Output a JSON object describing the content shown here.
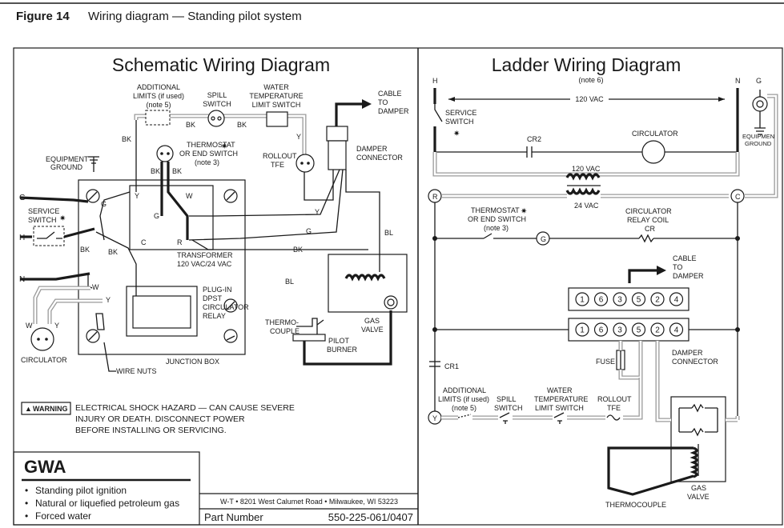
{
  "figure": {
    "number": "Figure 14",
    "title": "Wiring diagram — Standing pilot system"
  },
  "schematic": {
    "title": "Schematic Wiring Diagram",
    "labels": {
      "additional_limits": [
        "ADDITIONAL",
        "LIMITS (if used)",
        "(note 5)"
      ],
      "spill_switch": [
        "SPILL",
        "SWITCH"
      ],
      "water_temp": [
        "WATER",
        "TEMPERATURE",
        "LIMIT SWITCH"
      ],
      "cable_damper": [
        "CABLE",
        "TO",
        "DAMPER"
      ],
      "thermostat": [
        "THERMOSTAT",
        "OR END SWITCH",
        "(note 3)"
      ],
      "rollout": [
        "ROLLOUT",
        "TFE"
      ],
      "damper_connector": [
        "DAMPER",
        "CONNECTOR"
      ],
      "equipment_ground": [
        "EQUIPMENT",
        "GROUND"
      ],
      "service_switch": [
        "SERVICE",
        "SWITCH"
      ],
      "transformer": [
        "TRANSFORMER",
        "120 VAC/24 VAC"
      ],
      "plug_in": [
        "PLUG-IN",
        "DPST",
        "CIRCULATOR",
        "RELAY"
      ],
      "thermocouple": [
        "THERMO-",
        "COUPLE"
      ],
      "pilot_burner": [
        "PILOT",
        "BURNER"
      ],
      "gas_valve": [
        "GAS",
        "VALVE"
      ],
      "circulator": "CIRCULATOR",
      "wire_nuts": "WIRE NUTS",
      "junction_box": "JUNCTION BOX",
      "wires": {
        "bk": "BK",
        "y": "Y",
        "g": "G",
        "bl": "BL",
        "w": "W",
        "c": "C",
        "r": "R"
      },
      "lines": {
        "g": "G",
        "h": "H",
        "n": "N"
      }
    },
    "warning": {
      "badge": "WARNING",
      "lines": [
        "ELECTRICAL SHOCK HAZARD — CAN CAUSE SEVERE",
        "INJURY OR DEATH.  DISCONNECT POWER",
        "BEFORE INSTALLING OR SERVICING."
      ]
    }
  },
  "ladder": {
    "title": "Ladder Wiring Diagram",
    "labels": {
      "h": "H",
      "n": "N",
      "g": "G",
      "note6": "(note 6)",
      "vac120": "120 VAC",
      "service_switch": [
        "SERVICE",
        "SWITCH"
      ],
      "equipment_ground": [
        "EQUIPMENT",
        "GROUND"
      ],
      "cr2": "CR2",
      "circulator": "CIRCULATOR",
      "vac120_b": "120 VAC",
      "vac24": "24 VAC",
      "r": "R",
      "c": "C",
      "thermostat": [
        "THERMOSTAT",
        "OR END SWITCH",
        "(note 3)"
      ],
      "relay_coil": [
        "CIRCULATOR",
        "RELAY COIL",
        "CR"
      ],
      "cable_damper": [
        "CABLE",
        "TO",
        "DAMPER"
      ],
      "cr1": "CR1",
      "fuse": "FUSE",
      "damper_connector": [
        "DAMPER",
        "CONNECTOR"
      ],
      "additional_limits": [
        "ADDITIONAL",
        "LIMITS (if used)",
        "(note 5)"
      ],
      "spill_switch": [
        "SPILL",
        "SWITCH"
      ],
      "water_temp": [
        "WATER",
        "TEMPERATURE",
        "LIMIT SWITCH"
      ],
      "rollout": [
        "ROLLOUT",
        "TFE"
      ],
      "y": "Y",
      "thermocouple": "THERMOCOUPLE",
      "gas_valve": [
        "GAS",
        "VALVE"
      ],
      "pins": [
        "1",
        "6",
        "3",
        "5",
        "2",
        "4"
      ]
    }
  },
  "product": {
    "name": "GWA",
    "features": [
      "Standing pilot ignition",
      "Natural or liquefied petroleum gas",
      "Forced water"
    ]
  },
  "footer": {
    "address": "W-T • 8201 West Calumet Road • Milwaukee, WI 53223",
    "part_label": "Part Number",
    "part_number": "550-225-061/0407"
  }
}
